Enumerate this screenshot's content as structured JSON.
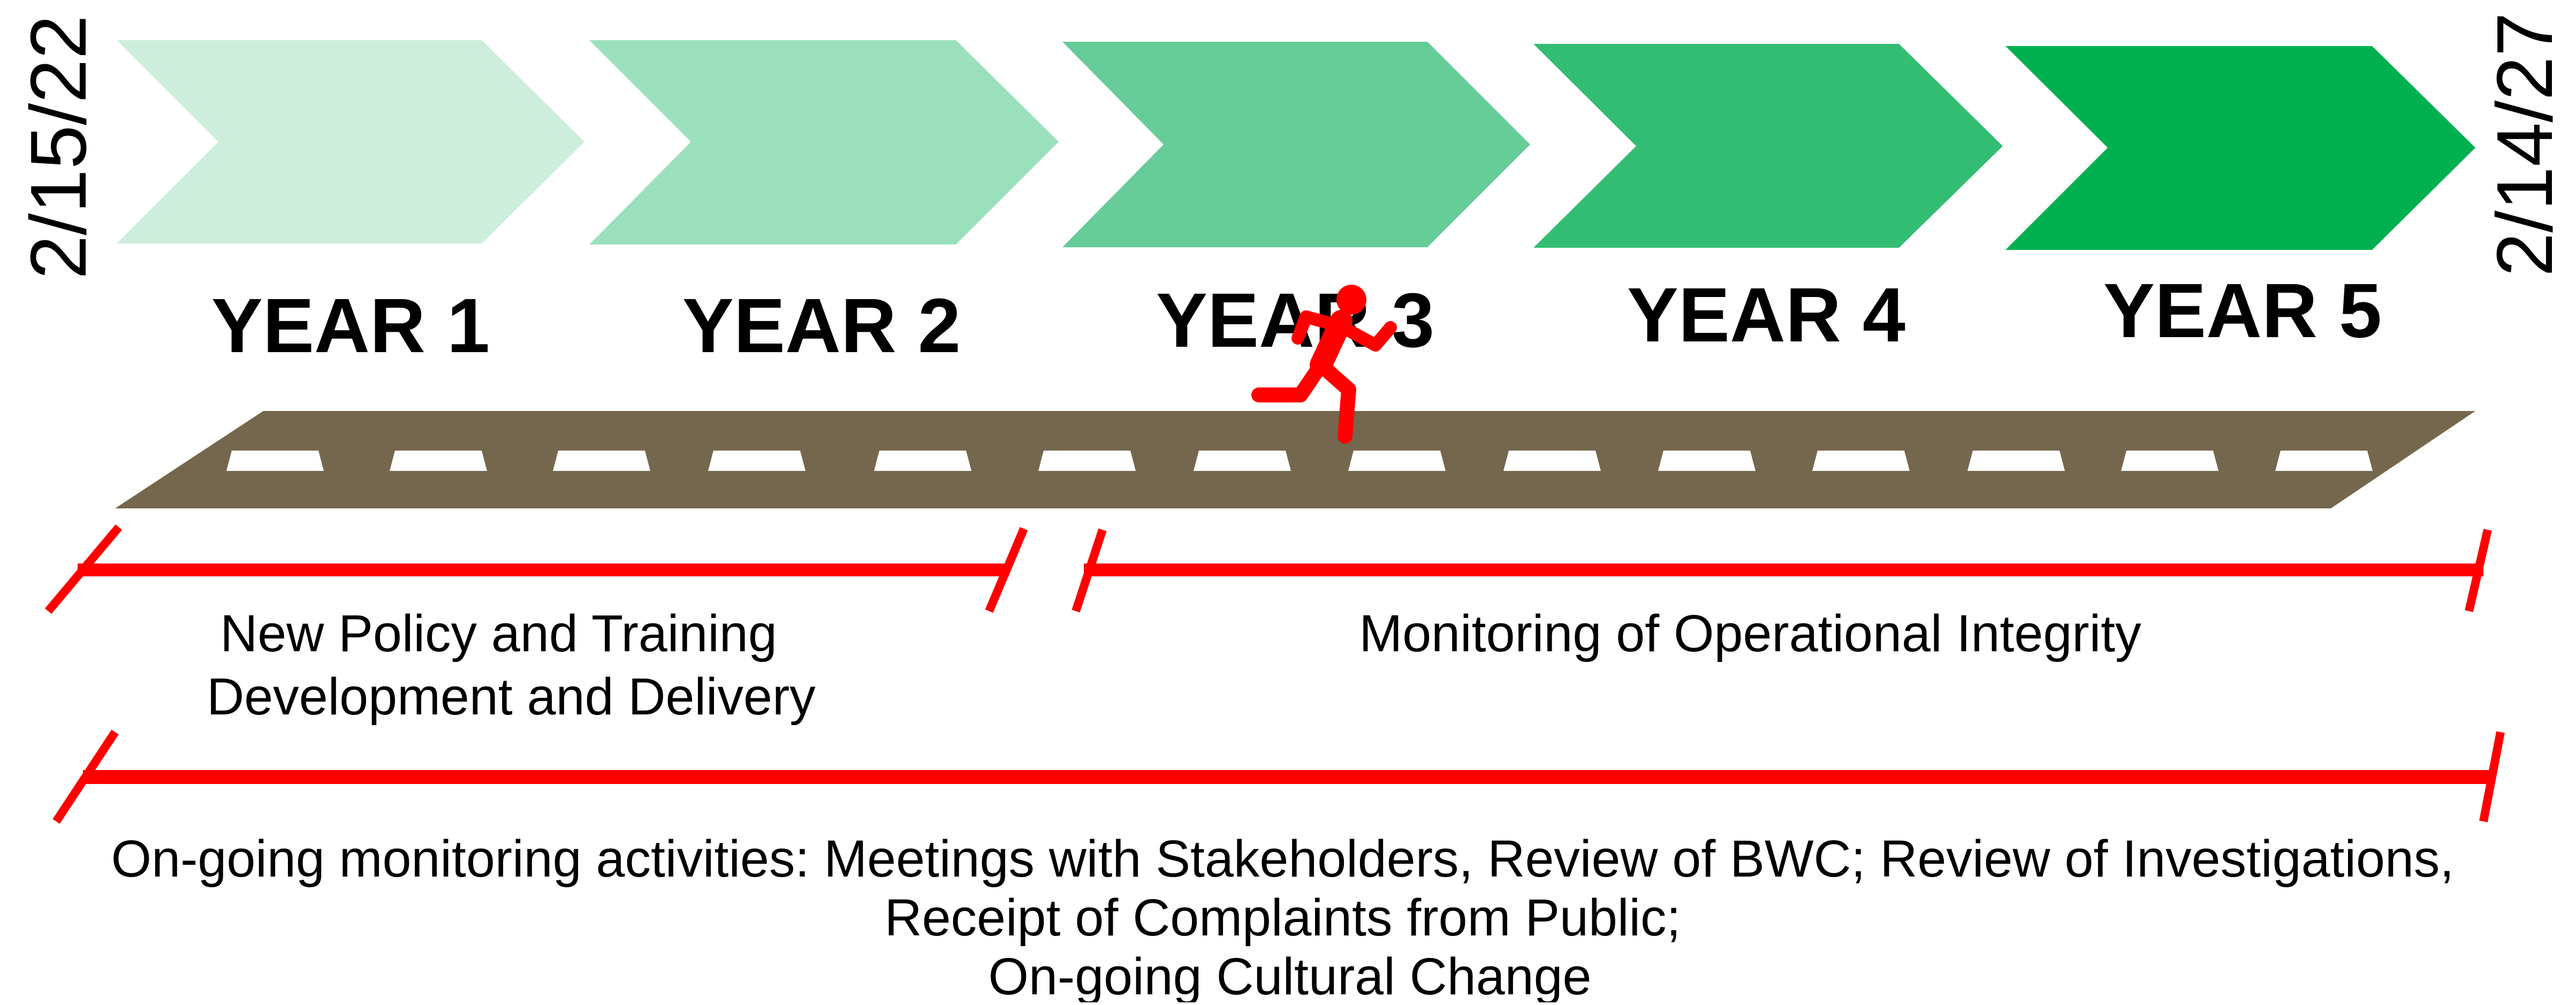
{
  "timeline": {
    "start_date": "2/15/22",
    "end_date": "2/14/27",
    "years": [
      {
        "label": "YEAR 1",
        "color": "#cdeedd"
      },
      {
        "label": "YEAR 2",
        "color": "#9ae0bc"
      },
      {
        "label": "YEAR 3",
        "color": "#66cc98"
      },
      {
        "label": "YEAR 4",
        "color": "#33bd73"
      },
      {
        "label": "YEAR 5",
        "color": "#00b050"
      }
    ]
  },
  "road": {
    "color": "#75674d",
    "dash_color": "#ffffff",
    "runner_icon": "running-person-icon",
    "runner_color": "#ff0000"
  },
  "phases": {
    "color": "#ff0000",
    "phase1": {
      "lines": [
        "New Policy and Training",
        "Development and Delivery"
      ]
    },
    "phase2": {
      "lines": [
        "Monitoring of Operational Integrity"
      ]
    },
    "ongoing": {
      "lines": [
        "On-going monitoring activities:  Meetings with Stakeholders, Review of BWC; Review of Investigations,",
        "Receipt of Complaints from Public;",
        "On-going Cultural Change"
      ]
    }
  }
}
